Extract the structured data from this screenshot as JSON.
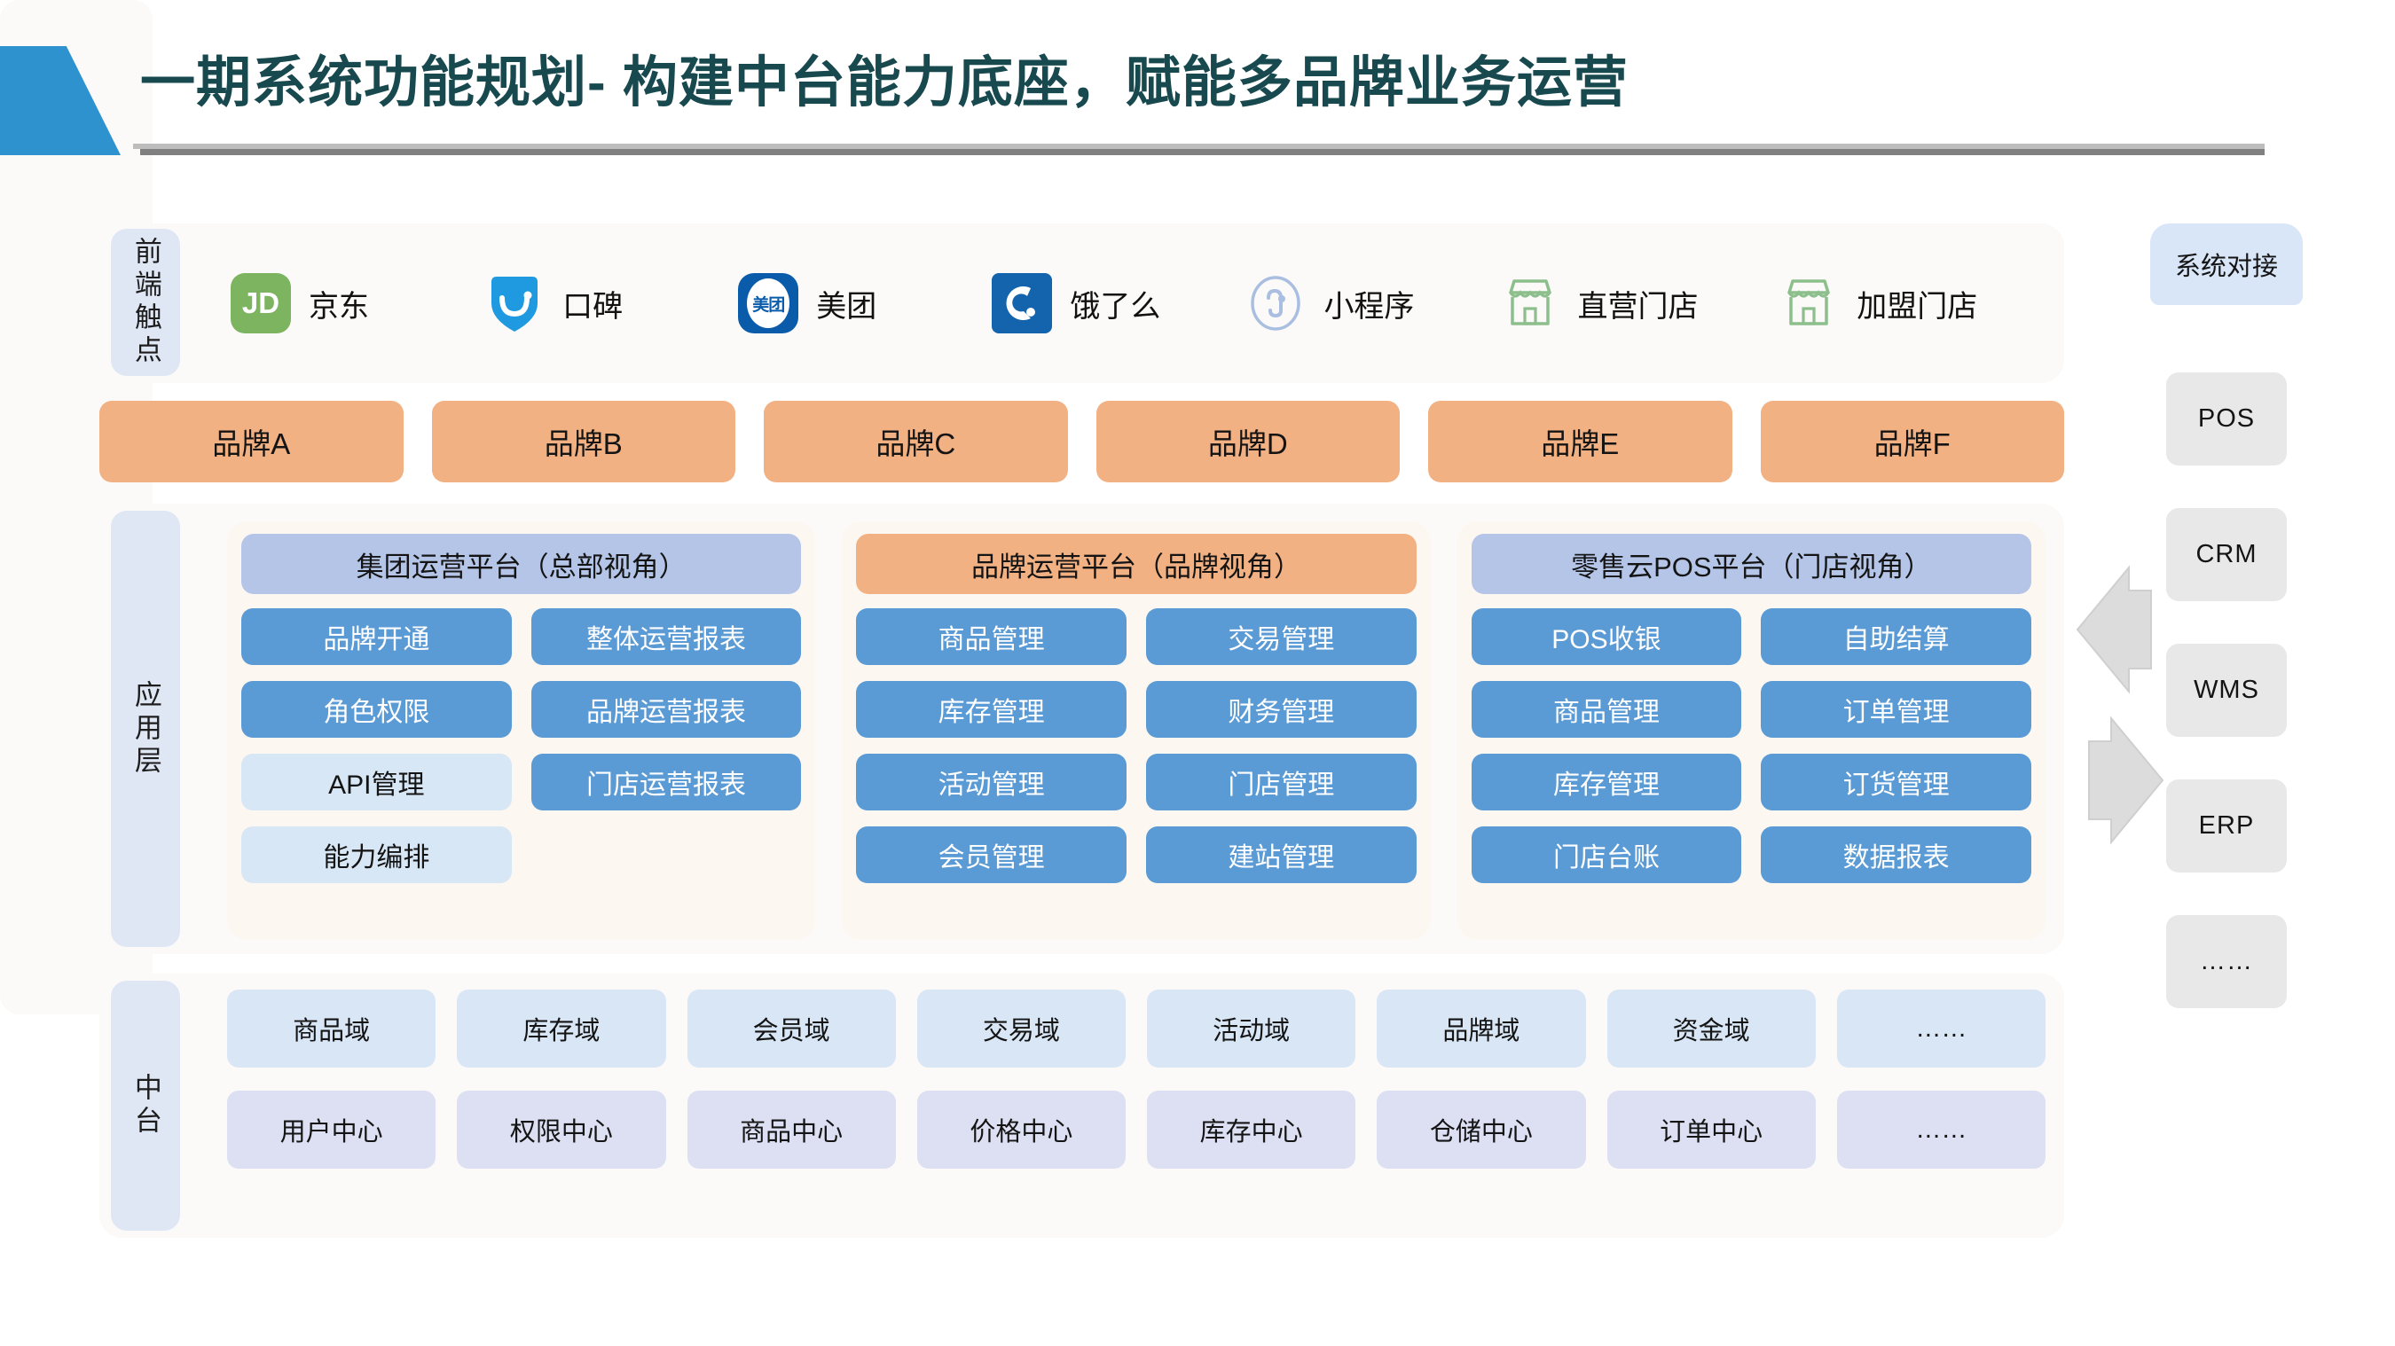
{
  "title": "一期系统功能规划- 构建中台能力底座，赋能多品牌业务运营",
  "colors": {
    "title_text": "#17494F",
    "title_shape": "#2E92CE",
    "brand_box": "#F2B183",
    "module_blue": "#5B9BD5",
    "module_light": "#D8E7F5",
    "head_blue": "#B4C5E7",
    "head_orange": "#F2B183",
    "domain_box": "#D9E6F5",
    "center_box": "#DCE0F2",
    "sys_box": "#E8E8E8",
    "label_box": "#DFE6F4"
  },
  "touchpoints": {
    "label": "前端触点",
    "items": [
      {
        "name": "京东",
        "icon": "jd-logo-icon"
      },
      {
        "name": "口碑",
        "icon": "koubei-logo-icon"
      },
      {
        "name": "美团",
        "icon": "meituan-logo-icon"
      },
      {
        "name": "饿了么",
        "icon": "eleme-logo-icon"
      },
      {
        "name": "小程序",
        "icon": "miniprogram-logo-icon"
      },
      {
        "name": "直营门店",
        "icon": "store-icon"
      },
      {
        "name": "加盟门店",
        "icon": "store-icon"
      }
    ]
  },
  "brands": [
    "品牌A",
    "品牌B",
    "品牌C",
    "品牌D",
    "品牌E",
    "品牌F"
  ],
  "application_layer": {
    "label": "应用层",
    "platforms": [
      {
        "title": "集团运营平台（总部视角）",
        "head_style": "blue",
        "modules": [
          {
            "label": "品牌开通",
            "style": "blue"
          },
          {
            "label": "整体运营报表",
            "style": "blue"
          },
          {
            "label": "角色权限",
            "style": "blue"
          },
          {
            "label": "品牌运营报表",
            "style": "blue"
          },
          {
            "label": "API管理",
            "style": "light"
          },
          {
            "label": "门店运营报表",
            "style": "blue"
          },
          {
            "label": "能力编排",
            "style": "light"
          },
          {
            "label": "",
            "style": "empty"
          }
        ]
      },
      {
        "title": "品牌运营平台（品牌视角）",
        "head_style": "orange",
        "modules": [
          {
            "label": "商品管理",
            "style": "blue"
          },
          {
            "label": "交易管理",
            "style": "blue"
          },
          {
            "label": "库存管理",
            "style": "blue"
          },
          {
            "label": "财务管理",
            "style": "blue"
          },
          {
            "label": "活动管理",
            "style": "blue"
          },
          {
            "label": "门店管理",
            "style": "blue"
          },
          {
            "label": "会员管理",
            "style": "blue"
          },
          {
            "label": "建站管理",
            "style": "blue"
          }
        ]
      },
      {
        "title": "零售云POS平台（门店视角）",
        "head_style": "blue",
        "modules": [
          {
            "label": "POS收银",
            "style": "blue"
          },
          {
            "label": "自助结算",
            "style": "blue"
          },
          {
            "label": "商品管理",
            "style": "blue"
          },
          {
            "label": "订单管理",
            "style": "blue"
          },
          {
            "label": "库存管理",
            "style": "blue"
          },
          {
            "label": "订货管理",
            "style": "blue"
          },
          {
            "label": "门店台账",
            "style": "blue"
          },
          {
            "label": "数据报表",
            "style": "blue"
          }
        ]
      }
    ]
  },
  "middle_platform": {
    "label": "中台",
    "domains": [
      "商品域",
      "库存域",
      "会员域",
      "交易域",
      "活动域",
      "品牌域",
      "资金域",
      "……"
    ],
    "centers": [
      "用户中心",
      "权限中心",
      "商品中心",
      "价格中心",
      "库存中心",
      "仓储中心",
      "订单中心",
      "……"
    ]
  },
  "system_integration": {
    "label": "系统对接",
    "items": [
      "POS",
      "CRM",
      "WMS",
      "ERP",
      "……"
    ]
  }
}
